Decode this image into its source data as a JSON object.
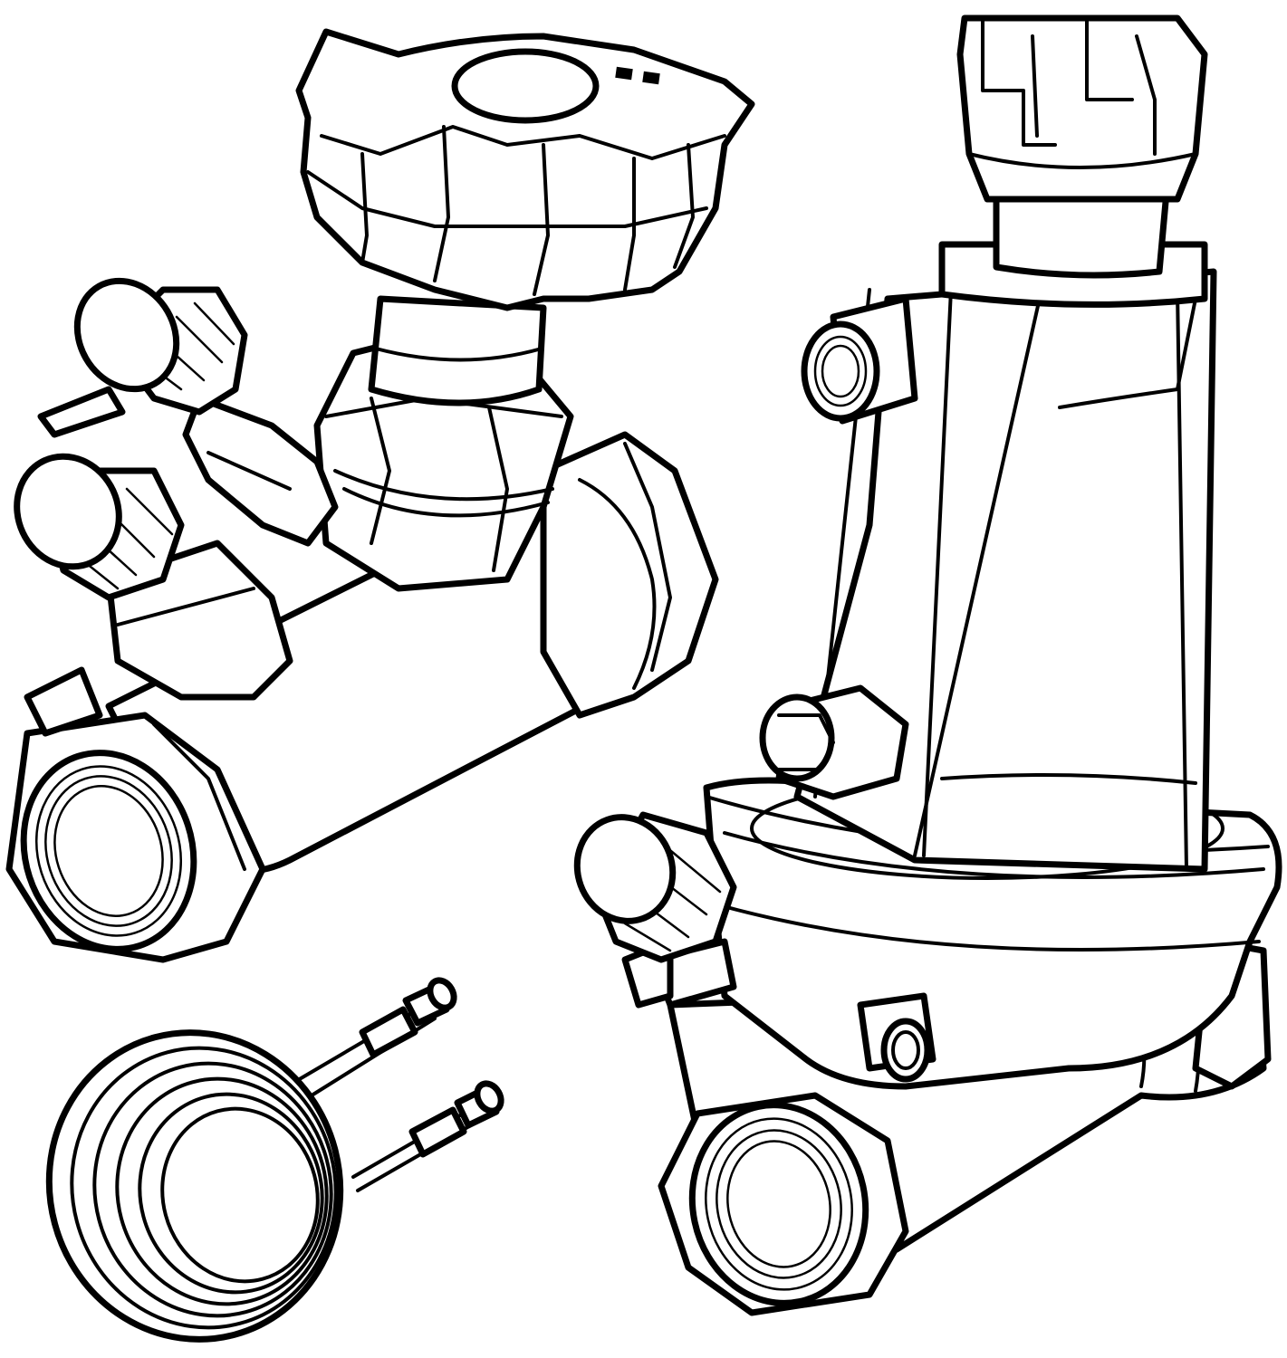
{
  "illustration": {
    "style": "black line art on white",
    "line_color": "#000000",
    "background_color": "#ffffff",
    "components": [
      {
        "name": "balancing-valve",
        "icon": "valve-handwheel-icon"
      },
      {
        "name": "differential-pressure-controller",
        "icon": "pressure-regulator-icon"
      },
      {
        "name": "capillary-tube",
        "icon": "coiled-tube-icon"
      }
    ],
    "handwheel_marking_glyphs": 2,
    "test_points_on_balancing_valve": 2,
    "test_points_on_controller": 1,
    "capillary_coil_turns": 5
  }
}
